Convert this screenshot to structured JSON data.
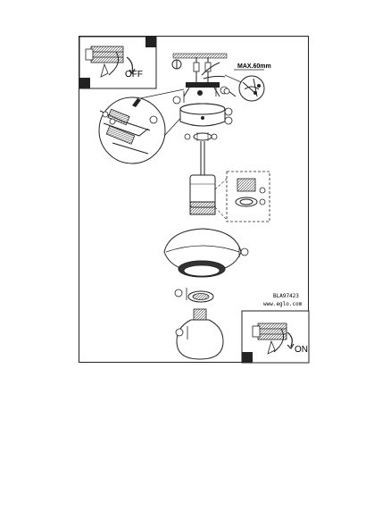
{
  "diagram": {
    "switch_off_label": "OFF",
    "switch_on_label": "ON",
    "max_label": "MAX.60mm",
    "model_code": "BLA97423",
    "website": "www.eglo.com"
  },
  "colors": {
    "ink": "#1a1a1a",
    "page": "#ffffff",
    "hatch": "#555555"
  },
  "icons": [
    "no-power-switch-icon",
    "power-switch-icon",
    "screwdriver-icon",
    "screw-icon",
    "bulb-icon"
  ]
}
